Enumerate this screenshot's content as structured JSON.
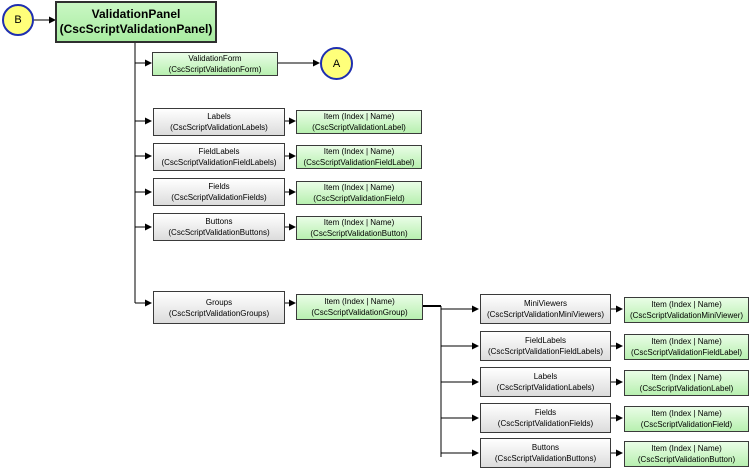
{
  "root": {
    "title": "ValidationPanel",
    "subtitle": "(CscScriptValidationPanel)"
  },
  "connectors": {
    "b": "B",
    "a": "A"
  },
  "form": {
    "name": "ValidationForm",
    "type": "(CscScriptValidationForm)"
  },
  "collections": [
    {
      "name": "Labels",
      "type": "(CscScriptValidationLabels)",
      "item_name": "Item (Index | Name)",
      "item_type": "(CscScriptValidationLabel)"
    },
    {
      "name": "FieldLabels",
      "type": "(CscScriptValidationFieldLabels)",
      "item_name": "Item (Index | Name)",
      "item_type": "(CscScriptValidationFieldLabel)"
    },
    {
      "name": "Fields",
      "type": "(CscScriptValidationFields)",
      "item_name": "Item (Index | Name)",
      "item_type": "(CscScriptValidationField)"
    },
    {
      "name": "Buttons",
      "type": "(CscScriptValidationButtons)",
      "item_name": "Item (Index | Name)",
      "item_type": "(CscScriptValidationButton)"
    }
  ],
  "groups": {
    "name": "Groups",
    "type": "(CscScriptValidationGroups)",
    "item_name": "Item (Index | Name)",
    "item_type": "(CscScriptValidationGroup)"
  },
  "group_children": [
    {
      "name": "MiniViewers",
      "type": "(CscScriptValidationMiniViewers)",
      "item_name": "Item (Index | Name)",
      "item_type": "(CscScriptValidationMiniViewer)"
    },
    {
      "name": "FieldLabels",
      "type": "(CscScriptValidationFieldLabels)",
      "item_name": "Item (Index | Name)",
      "item_type": "(CscScriptValidationFieldLabel)"
    },
    {
      "name": "Labels",
      "type": "(CscScriptValidationLabels)",
      "item_name": "Item (Index | Name)",
      "item_type": "(CscScriptValidationLabel)"
    },
    {
      "name": "Fields",
      "type": "(CscScriptValidationFields)",
      "item_name": "Item (Index | Name)",
      "item_type": "(CscScriptValidationField)"
    },
    {
      "name": "Buttons",
      "type": "(CscScriptValidationButtons)",
      "item_name": "Item (Index | Name)",
      "item_type": "(CscScriptValidationButton)"
    }
  ],
  "colors": {
    "node_green": "#b8f0b0",
    "node_gray": "#dcdcdc",
    "connector_fill": "#ffff7a",
    "connector_border": "#1f2fb0",
    "line": "#000000"
  }
}
